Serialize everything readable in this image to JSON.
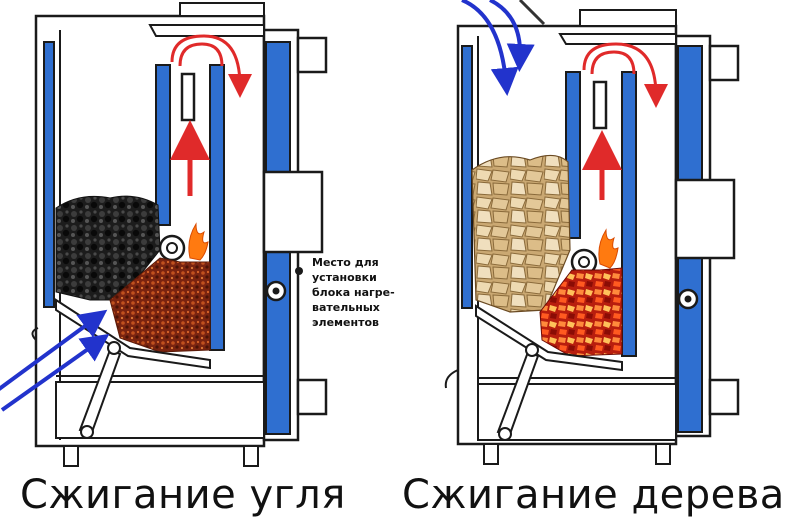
{
  "diagrams": {
    "coal": {
      "caption": "Сжигание угля"
    },
    "wood": {
      "caption": "Сжигание дерева"
    }
  },
  "annotation": {
    "lines": [
      "Место для",
      "установки",
      "блока нагре-",
      "вательных",
      "элементов"
    ]
  },
  "colors": {
    "steel_blue": "#2f6fd0",
    "outline": "#1a1a1a",
    "heat_arrow": "#e02a2a",
    "air_arrow": "#2233cc",
    "coal": "#151515",
    "embers": "#8a2a10",
    "fire": "#ff7a10",
    "wood": "#e2c79c"
  }
}
